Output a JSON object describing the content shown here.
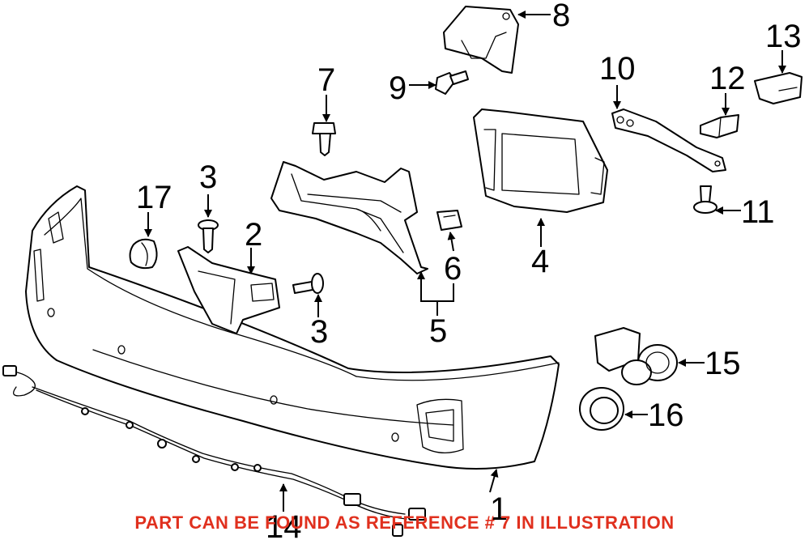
{
  "diagram": {
    "callouts": [
      {
        "id": "c1",
        "label": "1"
      },
      {
        "id": "c2",
        "label": "2"
      },
      {
        "id": "c3a",
        "label": "3"
      },
      {
        "id": "c3b",
        "label": "3"
      },
      {
        "id": "c4",
        "label": "4"
      },
      {
        "id": "c5",
        "label": "5"
      },
      {
        "id": "c6",
        "label": "6"
      },
      {
        "id": "c7",
        "label": "7"
      },
      {
        "id": "c8",
        "label": "8"
      },
      {
        "id": "c9",
        "label": "9"
      },
      {
        "id": "c10",
        "label": "10"
      },
      {
        "id": "c11",
        "label": "11"
      },
      {
        "id": "c12",
        "label": "12"
      },
      {
        "id": "c13",
        "label": "13"
      },
      {
        "id": "c14",
        "label": "14"
      },
      {
        "id": "c15",
        "label": "15"
      },
      {
        "id": "c16",
        "label": "16"
      },
      {
        "id": "c17",
        "label": "17"
      }
    ],
    "notice": "PART CAN BE FOUND AS REFERENCE # 7 IN ILLUSTRATION",
    "colors": {
      "notice": "#e0301e",
      "line": "#000000"
    }
  }
}
